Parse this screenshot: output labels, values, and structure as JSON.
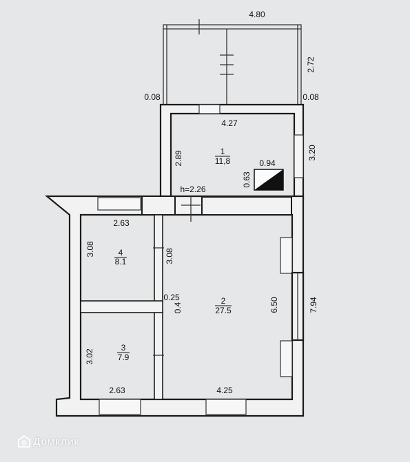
{
  "porch": {
    "width": "4.80",
    "depth": "2.72",
    "left_gap": "0.08",
    "right_gap": "0.08"
  },
  "rooms": [
    {
      "number": "1",
      "area": "11,8"
    },
    {
      "number": "2",
      "area": "27.5"
    },
    {
      "number": "3",
      "area": "7.9"
    },
    {
      "number": "4",
      "area": "8.1"
    }
  ],
  "dimensions": {
    "room1_width": "4.27",
    "room1_height": "2.89",
    "room1_outer_height": "3.20",
    "stove_width": "0.94",
    "stove_depth": "0.63",
    "ceiling_height": "h=2.26",
    "room4_width": "2.63",
    "room4_height": "3.08",
    "partition_height": "3.08",
    "partition_thickness": "0.25",
    "partition_gap": "0.4",
    "room2_height": "6.50",
    "outer_height": "7.94",
    "room3_height": "3.02",
    "room3_width": "2.63",
    "room2_width": "4.25"
  },
  "watermark": {
    "text": "Домклик"
  }
}
